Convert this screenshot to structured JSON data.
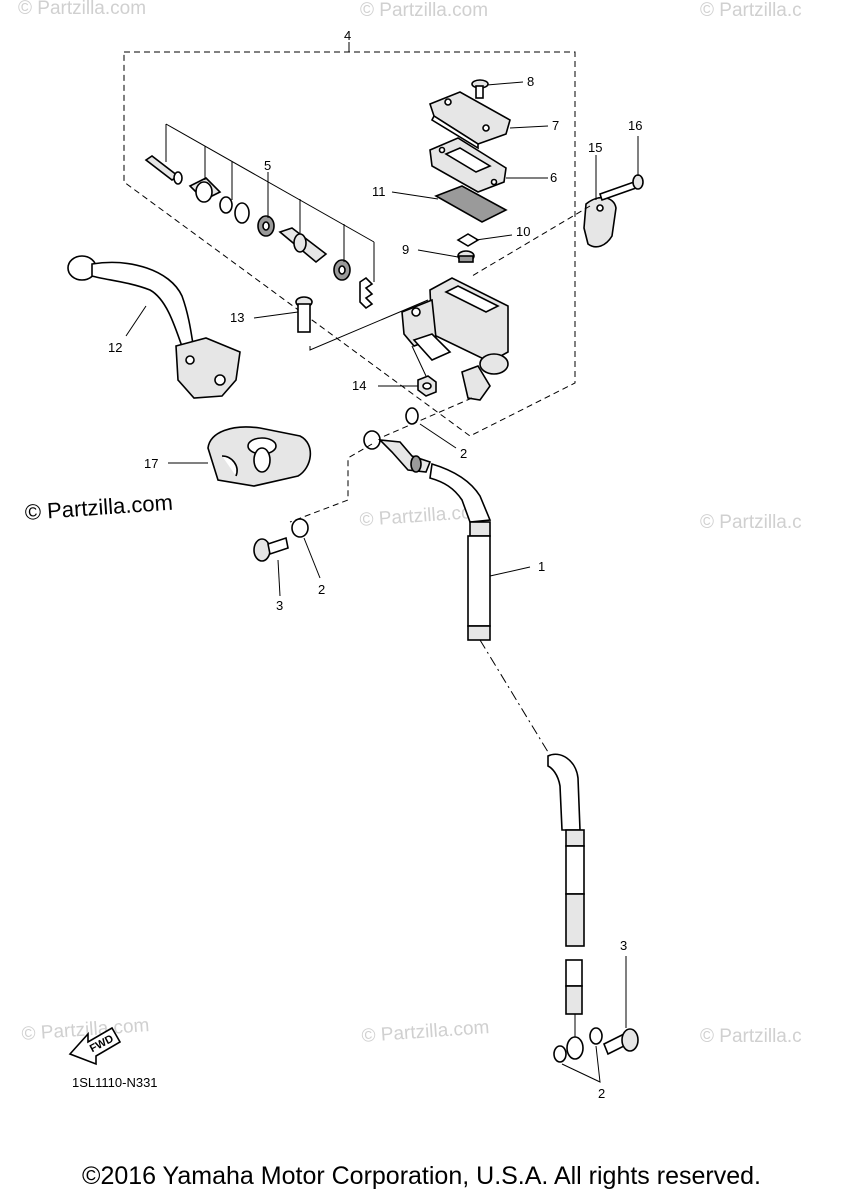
{
  "callouts": {
    "c1": "1",
    "c2a": "2",
    "c2b": "2",
    "c2c": "2",
    "c3a": "3",
    "c3b": "3",
    "c4": "4",
    "c5": "5",
    "c6": "6",
    "c7": "7",
    "c8": "8",
    "c9": "9",
    "c10": "10",
    "c11": "11",
    "c12": "12",
    "c13": "13",
    "c14": "14",
    "c15": "15",
    "c16": "16",
    "c17": "17"
  },
  "watermarks": {
    "main": "© Partzilla.com",
    "faint": "© Partzilla.com",
    "faint_cut": "© Partzilla.c"
  },
  "fwd_label": "FWD",
  "diagram_code": "1SL1110-N331",
  "copyright": "©2016 Yamaha Motor Corporation, U.S.A. All rights reserved."
}
